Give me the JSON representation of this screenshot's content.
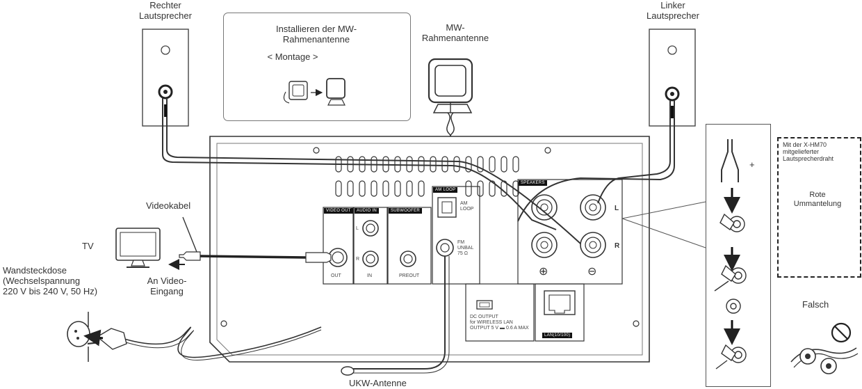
{
  "labels": {
    "right_speaker": "Rechter\nLautsprecher",
    "left_speaker": "Linker\nLautsprecher",
    "install_title": "Installieren der MW-\nRahmenantenne",
    "install_sub": "< Montage >",
    "mw_antenna": "MW-\nRahmenantenne",
    "video_cable": "Videokabel",
    "tv": "TV",
    "wall_socket": "Wandsteckdose\n(Wechselspannung\n220 V bis 240 V, 50 Hz)",
    "video_in": "An Video-\nEingang",
    "fm_antenna": "UKW-Antenne",
    "wrong": "Falsch",
    "speaker_wire_note": "Mit der X-HM70\nmitgelieferter\nLautsprecherdraht",
    "red_sheath": "Rote\nUmmantelung",
    "plus_sign": "+",
    "sym_plus": "⊕",
    "sym_minus": "⊖"
  },
  "panel_text": {
    "video_out_tag": "VIDEO OUT",
    "audio_in_tag": "AUDIO IN",
    "subwoofer_tag": "SUBWOOFER",
    "am_loop_tag": "AM LOOP",
    "speakers_tag": "SPEAKERS",
    "out": "OUT",
    "in": "IN",
    "preout": "PREOUT",
    "am_loop": "AM\nLOOP",
    "fm_unbal": "FM\nUNBAL\n75 Ω",
    "ch_l": "L",
    "ch_r": "R",
    "audio_l": "L",
    "audio_r": "R",
    "dc_output": "DC OUTPUT\nfor WIRELESS LAN\nOUTPUT 5 V ▬ 0.6 A MAX",
    "lan": "LAN(10/100)"
  }
}
